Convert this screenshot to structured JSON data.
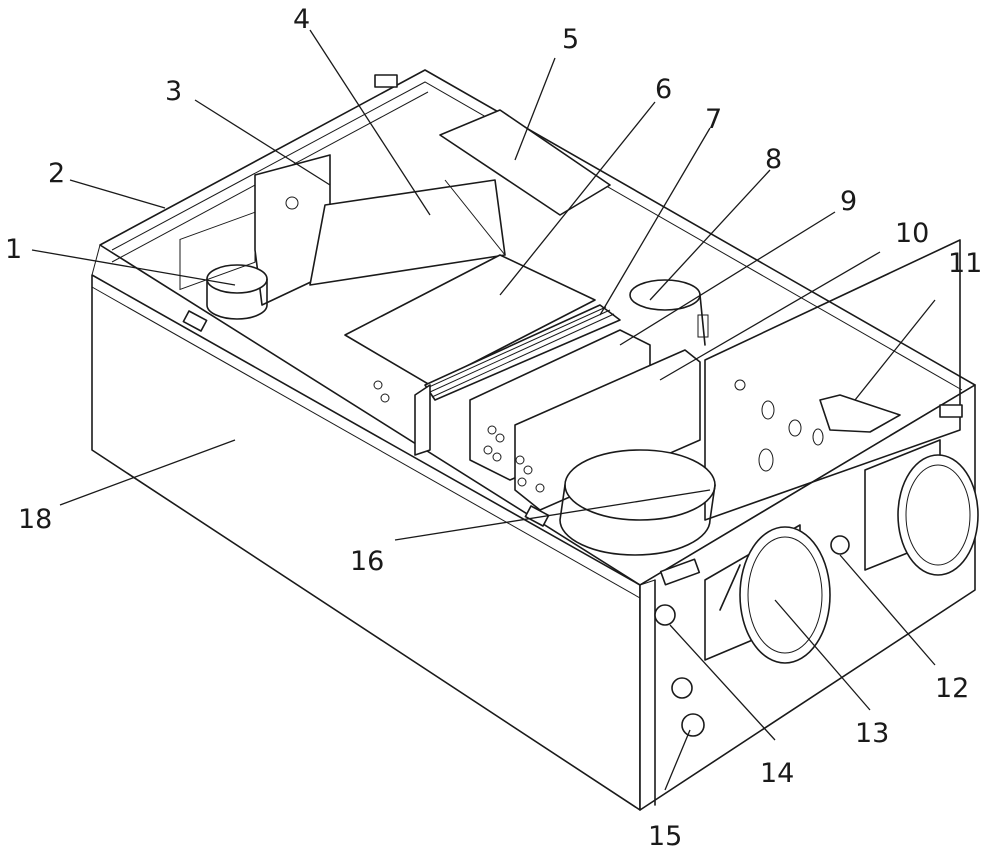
{
  "figure": {
    "labels": [
      "1",
      "2",
      "3",
      "4",
      "5",
      "6",
      "7",
      "8",
      "9",
      "10",
      "11",
      "12",
      "13",
      "14",
      "15",
      "16",
      "18"
    ]
  }
}
